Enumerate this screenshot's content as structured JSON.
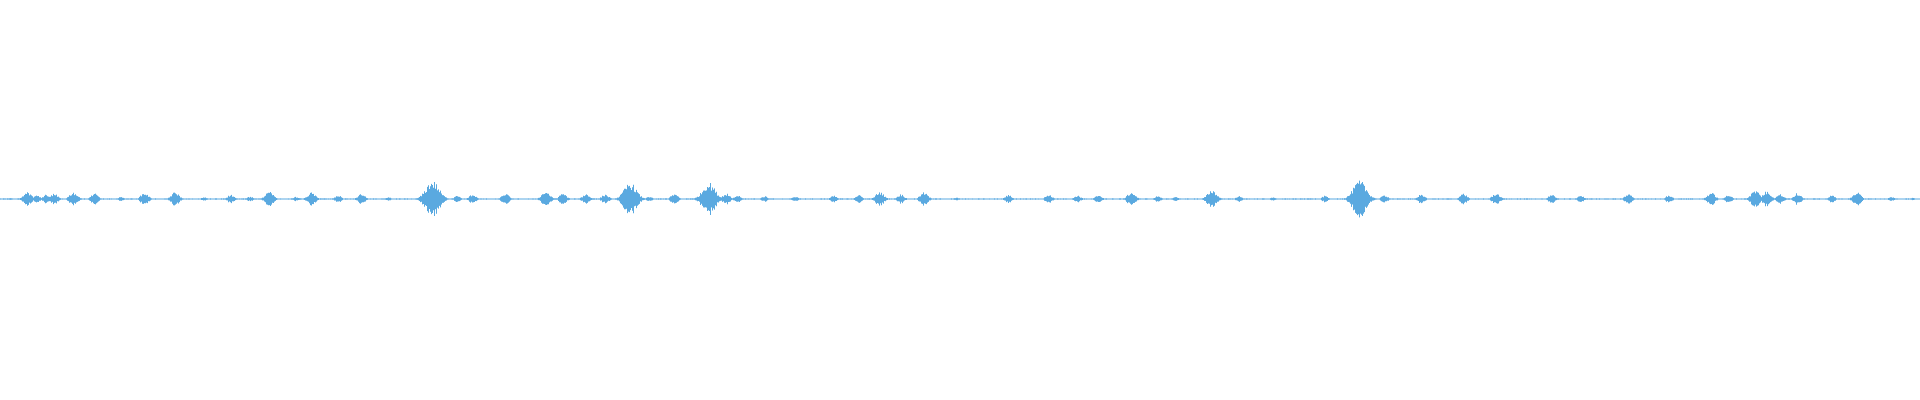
{
  "waveform": {
    "color": "#5aa9e0",
    "background": "#ffffff",
    "peaks": [
      {
        "t": 0.005,
        "a": 0.05
      },
      {
        "t": 0.014,
        "a": 0.38
      },
      {
        "t": 0.019,
        "a": 0.22
      },
      {
        "t": 0.024,
        "a": 0.26
      },
      {
        "t": 0.028,
        "a": 0.3
      },
      {
        "t": 0.038,
        "a": 0.38
      },
      {
        "t": 0.049,
        "a": 0.3
      },
      {
        "t": 0.063,
        "a": 0.12
      },
      {
        "t": 0.075,
        "a": 0.34
      },
      {
        "t": 0.091,
        "a": 0.38
      },
      {
        "t": 0.106,
        "a": 0.1
      },
      {
        "t": 0.12,
        "a": 0.24
      },
      {
        "t": 0.13,
        "a": 0.14
      },
      {
        "t": 0.14,
        "a": 0.4
      },
      {
        "t": 0.154,
        "a": 0.12
      },
      {
        "t": 0.162,
        "a": 0.36
      },
      {
        "t": 0.176,
        "a": 0.2
      },
      {
        "t": 0.188,
        "a": 0.28
      },
      {
        "t": 0.202,
        "a": 0.1
      },
      {
        "t": 0.225,
        "a": 1.0
      },
      {
        "t": 0.238,
        "a": 0.18
      },
      {
        "t": 0.246,
        "a": 0.26
      },
      {
        "t": 0.263,
        "a": 0.3
      },
      {
        "t": 0.284,
        "a": 0.42
      },
      {
        "t": 0.293,
        "a": 0.3
      },
      {
        "t": 0.305,
        "a": 0.28
      },
      {
        "t": 0.315,
        "a": 0.26
      },
      {
        "t": 0.328,
        "a": 0.9
      },
      {
        "t": 0.338,
        "a": 0.14
      },
      {
        "t": 0.351,
        "a": 0.28
      },
      {
        "t": 0.369,
        "a": 0.9
      },
      {
        "t": 0.378,
        "a": 0.3
      },
      {
        "t": 0.384,
        "a": 0.2
      },
      {
        "t": 0.398,
        "a": 0.16
      },
      {
        "t": 0.414,
        "a": 0.14
      },
      {
        "t": 0.434,
        "a": 0.18
      },
      {
        "t": 0.447,
        "a": 0.22
      },
      {
        "t": 0.458,
        "a": 0.4
      },
      {
        "t": 0.469,
        "a": 0.26
      },
      {
        "t": 0.481,
        "a": 0.36
      },
      {
        "t": 0.498,
        "a": 0.08
      },
      {
        "t": 0.525,
        "a": 0.22
      },
      {
        "t": 0.546,
        "a": 0.24
      },
      {
        "t": 0.561,
        "a": 0.2
      },
      {
        "t": 0.572,
        "a": 0.22
      },
      {
        "t": 0.589,
        "a": 0.38
      },
      {
        "t": 0.603,
        "a": 0.18
      },
      {
        "t": 0.612,
        "a": 0.12
      },
      {
        "t": 0.631,
        "a": 0.5
      },
      {
        "t": 0.645,
        "a": 0.16
      },
      {
        "t": 0.663,
        "a": 0.1
      },
      {
        "t": 0.69,
        "a": 0.18
      },
      {
        "t": 0.708,
        "a": 1.0
      },
      {
        "t": 0.721,
        "a": 0.22
      },
      {
        "t": 0.74,
        "a": 0.26
      },
      {
        "t": 0.762,
        "a": 0.3
      },
      {
        "t": 0.779,
        "a": 0.32
      },
      {
        "t": 0.808,
        "a": 0.24
      },
      {
        "t": 0.823,
        "a": 0.2
      },
      {
        "t": 0.848,
        "a": 0.28
      },
      {
        "t": 0.869,
        "a": 0.22
      },
      {
        "t": 0.891,
        "a": 0.36
      },
      {
        "t": 0.9,
        "a": 0.22
      },
      {
        "t": 0.914,
        "a": 0.48
      },
      {
        "t": 0.92,
        "a": 0.42
      },
      {
        "t": 0.927,
        "a": 0.26
      },
      {
        "t": 0.936,
        "a": 0.32
      },
      {
        "t": 0.954,
        "a": 0.2
      },
      {
        "t": 0.967,
        "a": 0.36
      },
      {
        "t": 0.985,
        "a": 0.12
      },
      {
        "t": 0.996,
        "a": 0.06
      }
    ]
  }
}
